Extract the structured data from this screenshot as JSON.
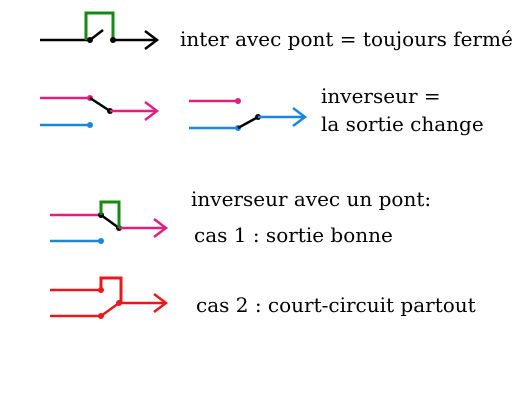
{
  "colors": {
    "black": "#000000",
    "green": "#148a14",
    "magenta": "#e0207f",
    "blue": "#1a86e0",
    "red": "#e8181c"
  },
  "labels": {
    "switch_with_bridge": "inter avec pont = toujours fermé",
    "changeover_line1": "inverseur =",
    "changeover_line2": "la sortie change",
    "changeover_bridge_title": "inverseur avec un pont:",
    "case1": "cas 1 : sortie bonne",
    "case2": "cas 2 : court-circuit partout"
  }
}
